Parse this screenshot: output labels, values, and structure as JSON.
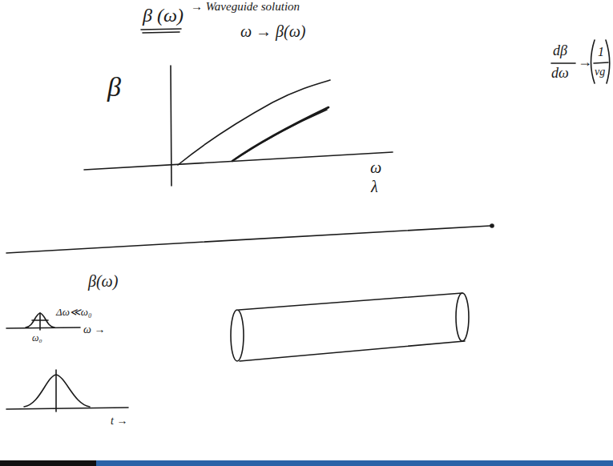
{
  "diagram": {
    "labels": [
      "β (ω)",
      "→ Waveguide solution",
      "ω → β(ω)",
      "β",
      "ω",
      "λ",
      "dβ",
      "dω",
      "→",
      "1",
      "vg",
      "β(ω)",
      "Δω≪ω₀",
      "ω₀",
      "ω →",
      "t →"
    ]
  }
}
